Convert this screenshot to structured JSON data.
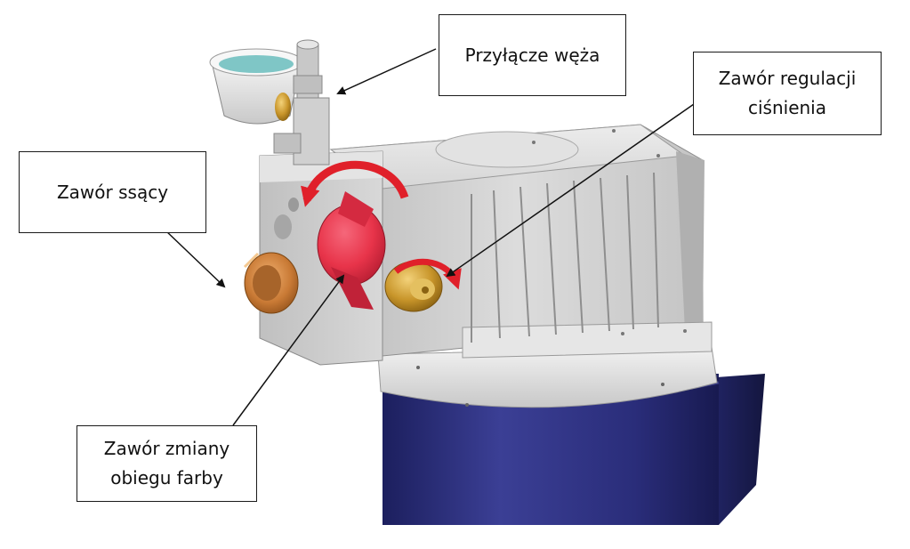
{
  "labels": {
    "hose_connection": "Przyłącze węża",
    "pressure_valve": {
      "line1": "Zawór regulacji",
      "line2": "ciśnienia"
    },
    "suction_valve": "Zawór ssący",
    "circulation_valve": {
      "line1": "Zawór zmiany",
      "line2": "obiegu farby"
    }
  },
  "colors": {
    "motor_body": "#2a2d7a",
    "housing": "#d2d2d2",
    "red_valve": "#e8344a",
    "brass": "#c8952a",
    "copper_fitting": "#c97a35",
    "arrow_red": "#e0202a"
  }
}
